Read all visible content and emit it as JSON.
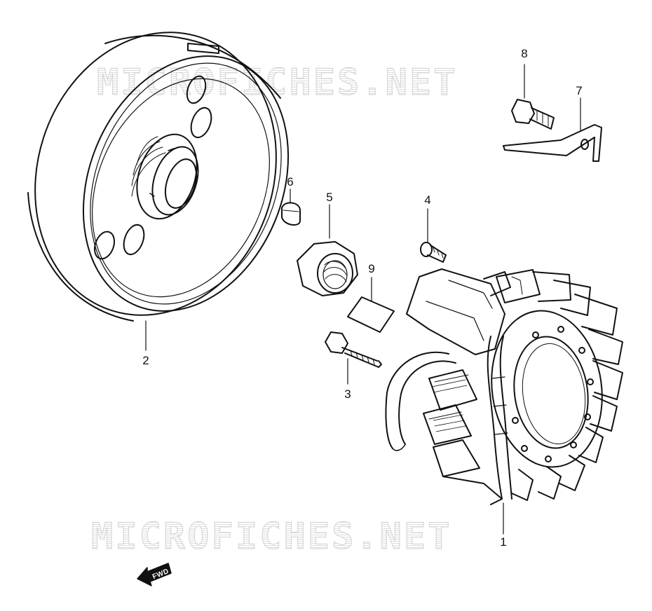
{
  "watermark": {
    "text": "MICROFICHES.NET"
  },
  "direction_marker": {
    "label": "FWD",
    "icon": "forward-arrow-icon"
  },
  "callouts": [
    {
      "id": "1",
      "part": "stator-coil"
    },
    {
      "id": "2",
      "part": "rotor-flywheel"
    },
    {
      "id": "3",
      "part": "bolt"
    },
    {
      "id": "4",
      "part": "screw"
    },
    {
      "id": "5",
      "part": "nut"
    },
    {
      "id": "6",
      "part": "key"
    },
    {
      "id": "7",
      "part": "clamp"
    },
    {
      "id": "8",
      "part": "bolt-small"
    },
    {
      "id": "9",
      "part": "label-sticker"
    }
  ],
  "colors": {
    "ink": "#111111",
    "watermark": "#d2d2d2",
    "background": "#ffffff"
  }
}
